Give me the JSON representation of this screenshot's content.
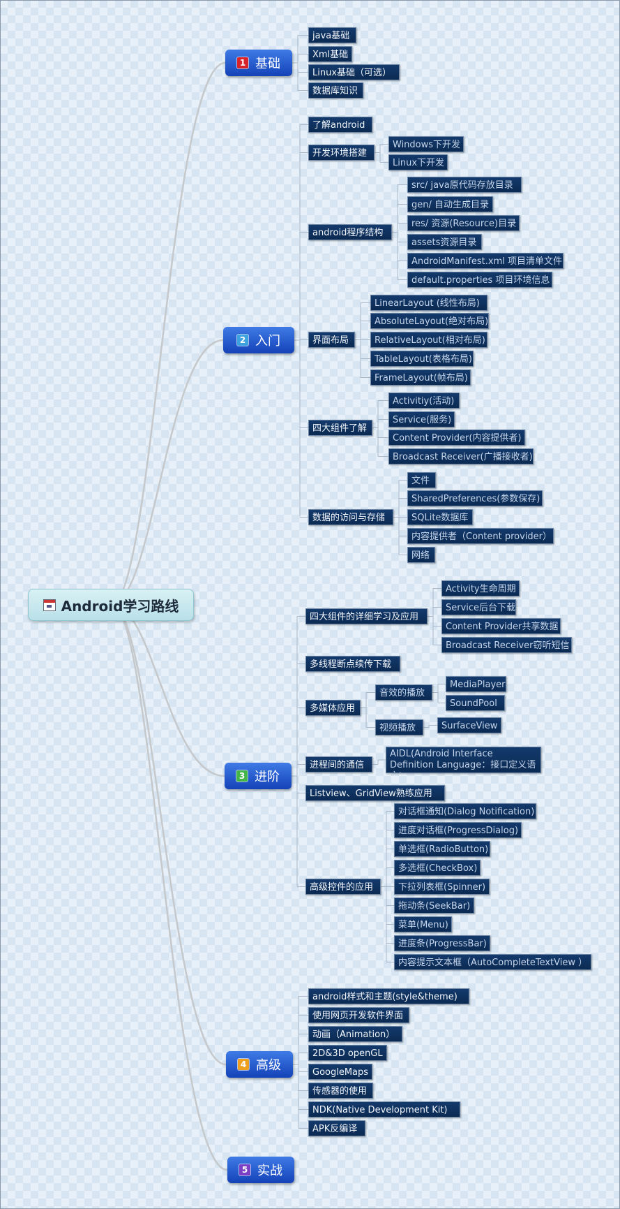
{
  "root": {
    "label": "Android学习路线",
    "icon": "calendar-icon"
  },
  "branches": [
    {
      "num": "1",
      "label": "基础",
      "badge_color": "#d8232a",
      "items": [
        {
          "text": "java基础"
        },
        {
          "text": "Xml基础"
        },
        {
          "text": "Linux基础（可选）"
        },
        {
          "text": "数据库知识"
        }
      ]
    },
    {
      "num": "2",
      "label": "入门",
      "badge_color": "#3da3e0",
      "items": [
        {
          "text": "了解android"
        },
        {
          "text": "开发环境搭建",
          "children": [
            {
              "text": "Windows下开发"
            },
            {
              "text": "Linux下开发"
            }
          ]
        },
        {
          "text": "android程序结构",
          "children": [
            {
              "text": "src/  java原代码存放目录"
            },
            {
              "text": "gen/ 自动生成目录"
            },
            {
              "text": "res/ 资源(Resource)目录"
            },
            {
              "text": "assets资源目录"
            },
            {
              "text": "AndroidManifest.xml 项目清单文件"
            },
            {
              "text": "default.properties 项目环境信息"
            }
          ]
        },
        {
          "text": "界面布局",
          "children": [
            {
              "text": "LinearLayout (线性布局)"
            },
            {
              "text": "AbsoluteLayout(绝对布局)"
            },
            {
              "text": "RelativeLayout(相对布局)"
            },
            {
              "text": "TableLayout(表格布局)"
            },
            {
              "text": "FrameLayout(帧布局)"
            }
          ]
        },
        {
          "text": "四大组件了解",
          "children": [
            {
              "text": "Activitiy(活动)"
            },
            {
              "text": "Service(服务)"
            },
            {
              "text": "Content Provider(内容提供者)"
            },
            {
              "text": "Broadcast Receiver(广播接收者)"
            }
          ]
        },
        {
          "text": "数据的访问与存储",
          "children": [
            {
              "text": "文件"
            },
            {
              "text": "SharedPreferences(参数保存)"
            },
            {
              "text": "SQLite数据库"
            },
            {
              "text": "内容提供者（Content provider）"
            },
            {
              "text": "网络"
            }
          ]
        }
      ]
    },
    {
      "num": "3",
      "label": "进阶",
      "badge_color": "#44b549",
      "items": [
        {
          "text": "四大组件的详细学习及应用",
          "children": [
            {
              "text": "Activity生命周期"
            },
            {
              "text": "Service后台下载"
            },
            {
              "text": "Content Provider共享数据"
            },
            {
              "text": "Broadcast Receiver窃听短信"
            }
          ]
        },
        {
          "text": "多线程断点续传下载"
        },
        {
          "text": "多媒体应用",
          "children": [
            {
              "text": "音效的播放",
              "children": [
                {
                  "text": "MediaPlayer"
                },
                {
                  "text": "SoundPool"
                }
              ]
            },
            {
              "text": "视频播放",
              "children": [
                {
                  "text": "SurfaceView"
                }
              ]
            }
          ]
        },
        {
          "text": "进程间的通信",
          "children": [
            {
              "text": "AIDL(Android Interface Definition Language：接口定义语言)"
            }
          ]
        },
        {
          "text": "Listview、GridView熟练应用"
        },
        {
          "text": "高级控件的应用",
          "children": [
            {
              "text": "对话框通知(Dialog Notification)"
            },
            {
              "text": "进度对话框(ProgressDialog)"
            },
            {
              "text": "单选框(RadioButton)"
            },
            {
              "text": "多选框(CheckBox)"
            },
            {
              "text": "下拉列表框(Spinner)"
            },
            {
              "text": "拖动条(SeekBar)"
            },
            {
              "text": "菜单(Menu)"
            },
            {
              "text": "进度条(ProgressBar)"
            },
            {
              "text": "内容提示文本框（AutoCompleteTextView ）"
            }
          ]
        }
      ]
    },
    {
      "num": "4",
      "label": "高级",
      "badge_color": "#f0a020",
      "items": [
        {
          "text": "android样式和主题(style&theme)"
        },
        {
          "text": "使用网页开发软件界面"
        },
        {
          "text": "动画（Animation）"
        },
        {
          "text": "2D&3D openGL"
        },
        {
          "text": "GoogleMaps"
        },
        {
          "text": "传感器的使用"
        },
        {
          "text": "NDK(Native Development Kit)"
        },
        {
          "text": "APK反编译"
        }
      ]
    },
    {
      "num": "5",
      "label": "实战",
      "badge_color": "#7b3fc4",
      "items": []
    }
  ]
}
